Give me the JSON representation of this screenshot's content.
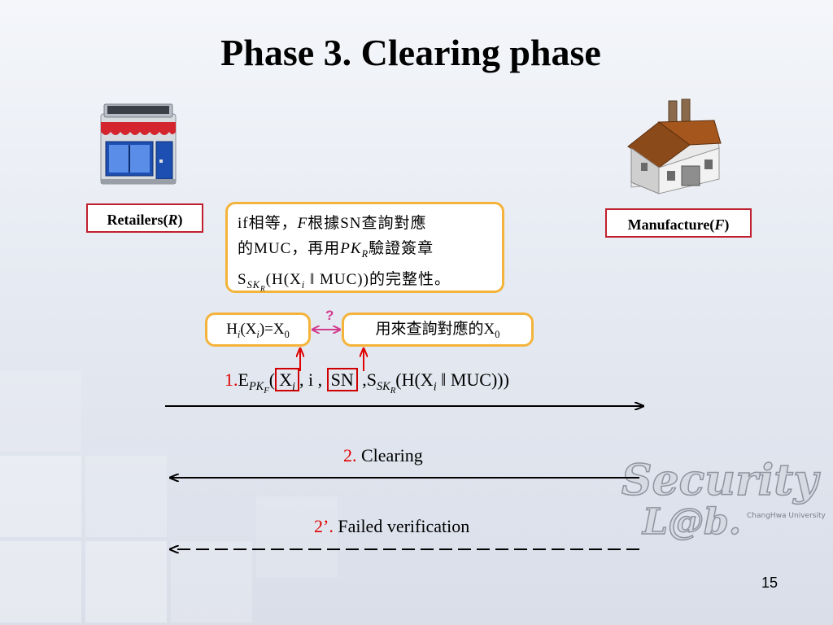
{
  "title": "Phase 3. Clearing phase",
  "retailer_label": "Retailers(R)",
  "manufacturer_label": "Manufacture(F)",
  "bubble": {
    "line1": "if相等，F根據SN查詢對應",
    "line2": "的MUC，再用PK_R驗證簽章",
    "line3": "S_SK_R(H(X_i‖MUC))的完整性。"
  },
  "hash_box": "Hi(Xi)=X0",
  "lookup_box": "用來查詢對應的X0",
  "question_mark": "?",
  "messages": {
    "m1_num": "1.",
    "m1_text": "E_PK_F(X_i, i , SN ,S_SK_R(H(X_i‖MUC)))",
    "m2_num": "2.",
    "m2_text": "Clearing",
    "m3_num": "2’.",
    "m3_text": "Failed verification"
  },
  "logo_text_1": "Security",
  "logo_text_2": "L@b.",
  "logo_subtext": "ChangHwa University",
  "page_number": "15",
  "colors": {
    "accent_red": "#e00000",
    "box_border_red": "#c0202e",
    "bubble_border": "#f4b33a",
    "question_pink": "#d23c8e"
  },
  "icons": [
    "store-icon",
    "factory-icon"
  ]
}
